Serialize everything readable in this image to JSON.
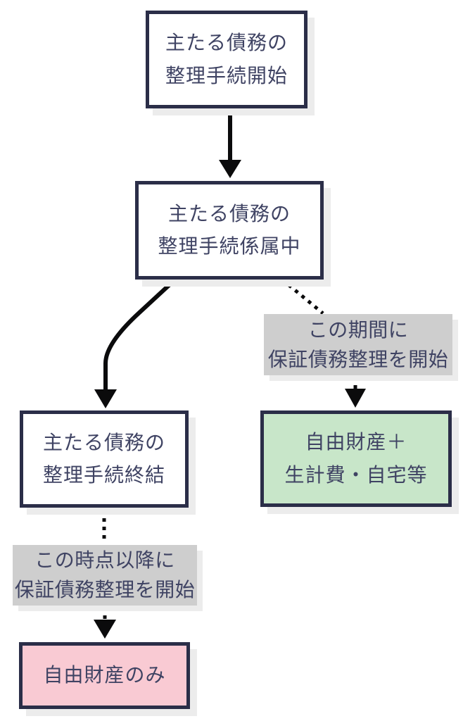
{
  "diagram": {
    "title_implied": "",
    "colors": {
      "background": "#ffffff",
      "box_border": "#2b2e48",
      "text": "#3f4363",
      "arrow": "#0b0b0c",
      "label_background": "#cecece",
      "result_green_background": "#c8e6c9",
      "result_pink_background": "#f9cad3",
      "shadow": "#ececec"
    },
    "nodes": {
      "start": {
        "line1": "主たる債務の",
        "line2": "整理手続開始"
      },
      "pending": {
        "line1": "主たる債務の",
        "line2": "整理手続係属中"
      },
      "end": {
        "line1": "主たる債務の",
        "line2": "整理手続終結"
      },
      "free_plus": {
        "line1": "自由財産＋",
        "line2": "生計費・自宅等"
      },
      "free_only": {
        "line1": "自由財産のみ"
      }
    },
    "labels": {
      "during": {
        "line1": "この期間に",
        "line2": "保証債務整理を開始"
      },
      "after": {
        "line1": "この時点以降に",
        "line2": "保証債務整理を開始"
      }
    },
    "edges": [
      {
        "from": "start",
        "to": "pending",
        "style": "solid",
        "shape": "straight-vertical"
      },
      {
        "from": "pending",
        "to": "end",
        "style": "solid",
        "shape": "curved-left-down"
      },
      {
        "from": "pending",
        "to": "during",
        "style": "dotted",
        "shape": "diagonal-right-down"
      },
      {
        "from": "during",
        "to": "free_plus",
        "style": "dotted",
        "shape": "straight-vertical"
      },
      {
        "from": "end",
        "to": "after",
        "style": "dotted",
        "shape": "straight-vertical"
      },
      {
        "from": "after",
        "to": "free_only",
        "style": "dotted",
        "shape": "straight-vertical"
      }
    ]
  }
}
